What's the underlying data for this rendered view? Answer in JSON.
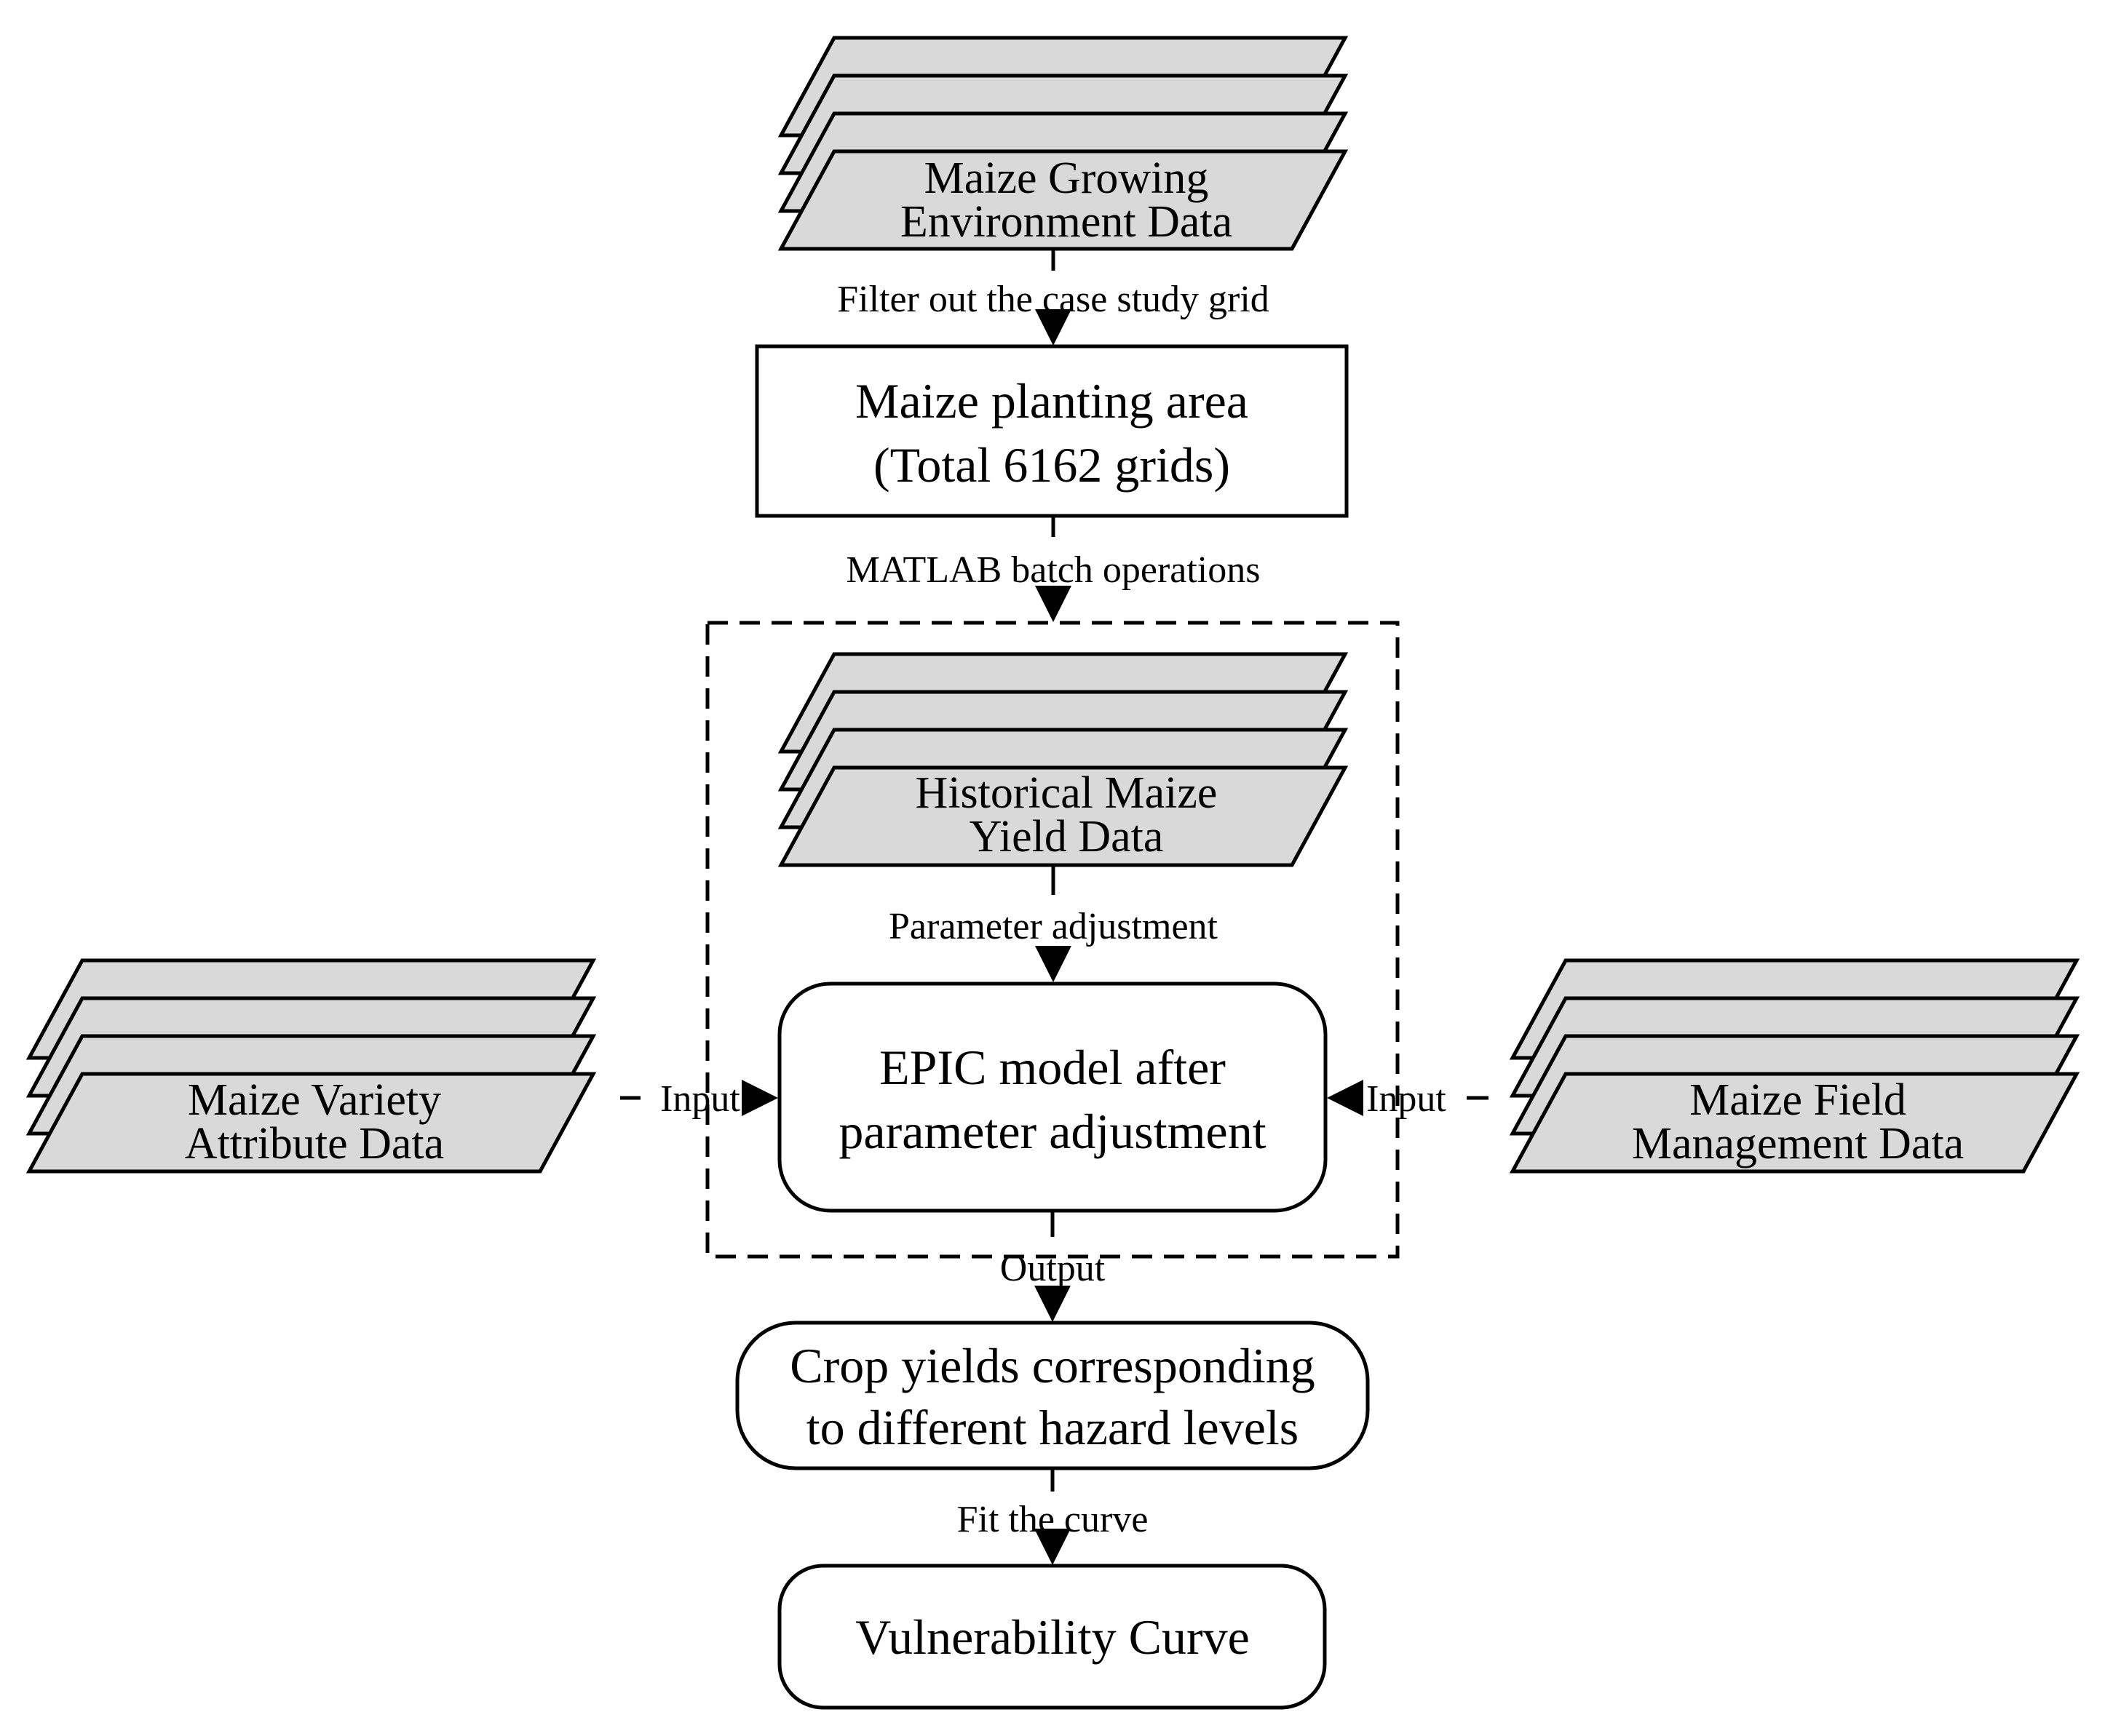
{
  "colors": {
    "stroke": "#000000",
    "sheet_fill": "#d9d9d9",
    "box_fill": "#ffffff",
    "background": "#ffffff"
  },
  "nodes": {
    "growing_env": {
      "lines": [
        "Maize Growing",
        "Environment Data"
      ]
    },
    "planting_area": {
      "lines": [
        "Maize planting area",
        "(Total 6162 grids)"
      ]
    },
    "historical_yield": {
      "lines": [
        "Historical Maize",
        "Yield Data"
      ]
    },
    "epic_model": {
      "lines": [
        "EPIC model after",
        "parameter adjustment"
      ]
    },
    "variety_data": {
      "lines": [
        "Maize Variety",
        "Attribute Data"
      ]
    },
    "field_mgmt": {
      "lines": [
        "Maize Field",
        "Management Data"
      ]
    },
    "crop_yields": {
      "lines": [
        "Crop yields corresponding",
        "to different hazard levels"
      ]
    },
    "vulnerability": {
      "lines": [
        "Vulnerability Curve"
      ]
    }
  },
  "edges": {
    "filter": "Filter out the case study grid",
    "matlab": "MATLAB batch operations",
    "param_adjust": "Parameter adjustment",
    "input_left": "Input",
    "input_right": "Input",
    "output": "Output",
    "fit": "Fit the curve"
  }
}
